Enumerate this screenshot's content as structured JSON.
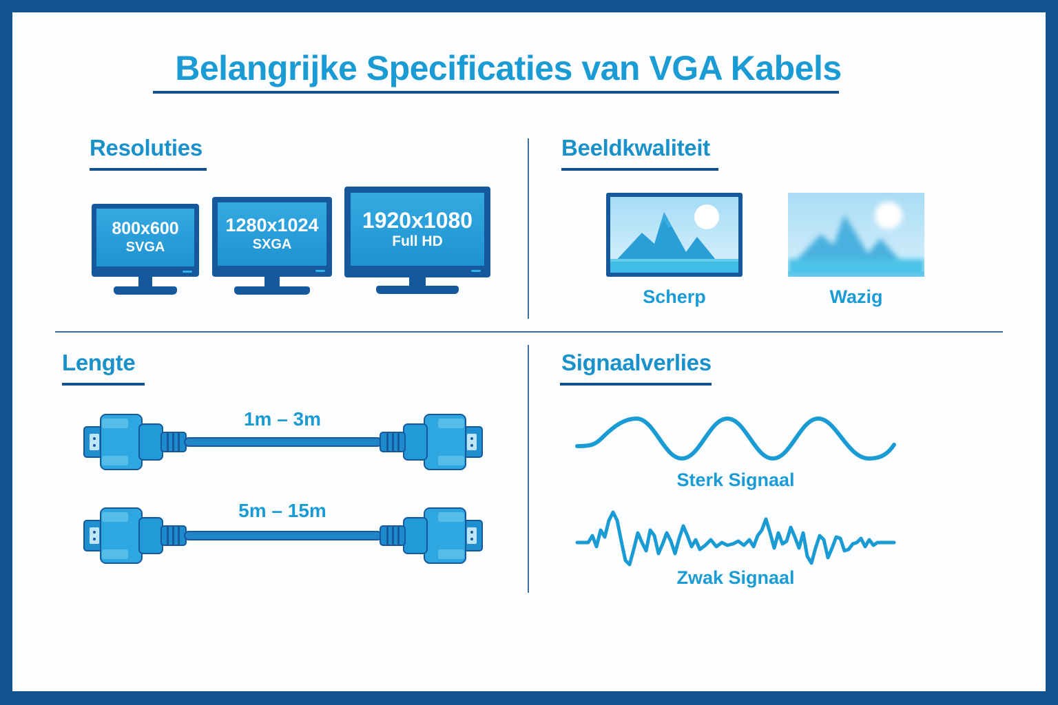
{
  "title": "Belangrijke Specificaties van VGA Kabels",
  "colors": {
    "frame": "#10538f",
    "accent": "#1b9bd4",
    "dark_blue": "#12508f",
    "screen": "#1d93d2",
    "background": "#fbfdff"
  },
  "sections": {
    "resoluties": {
      "heading": "Resoluties",
      "monitors": [
        {
          "resolution": "800x600",
          "standard": "SVGA",
          "icon": "monitor-icon"
        },
        {
          "resolution": "1280x1024",
          "standard": "SXGA",
          "icon": "monitor-icon"
        },
        {
          "resolution": "1920x1080",
          "standard": "Full HD",
          "icon": "monitor-icon"
        }
      ]
    },
    "beeldkwaliteit": {
      "heading": "Beeldkwaliteit",
      "images": [
        {
          "label": "Scherp",
          "icon": "sharp-landscape-image-icon"
        },
        {
          "label": "Wazig",
          "icon": "blurry-landscape-image-icon"
        }
      ]
    },
    "lengte": {
      "heading": "Lengte",
      "cables": [
        {
          "label": "1m – 3m",
          "icon": "vga-cable-icon"
        },
        {
          "label": "5m – 15m",
          "icon": "vga-cable-icon"
        }
      ]
    },
    "signaalverlies": {
      "heading": "Signaalverlies",
      "signals": [
        {
          "label": "Sterk Signaal",
          "icon": "smooth-wave-icon"
        },
        {
          "label": "Zwak Signaal",
          "icon": "noisy-wave-icon"
        }
      ]
    }
  }
}
